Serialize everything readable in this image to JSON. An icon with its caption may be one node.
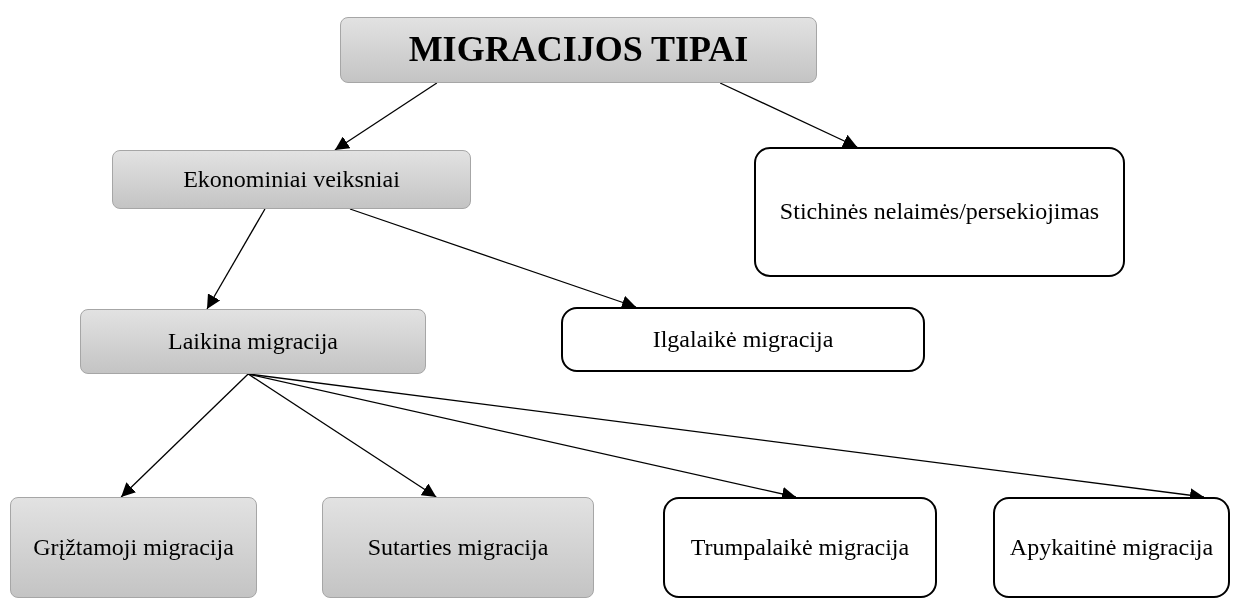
{
  "diagram": {
    "nodes": [
      {
        "text": [
          "MIGRACIJOS TIPAI"
        ]
      },
      {
        "text": [
          "Ekonominiai veiksniai"
        ]
      },
      {
        "text": [
          "Stichinės nelaimės/persekiojimas"
        ]
      },
      {
        "text": [
          "Laikina migracija"
        ]
      },
      {
        "text": [
          "Ilgalaikė migracija"
        ]
      },
      {
        "text": [
          "Grįžtamoji migracija"
        ]
      },
      {
        "text": [
          "Sutarties migracija"
        ]
      },
      {
        "text": [
          "Trumpalaikė migracija"
        ]
      },
      {
        "text": [
          "Apykaitinė migracija"
        ]
      }
    ],
    "edges": [
      {
        "from": 0,
        "to": 1,
        "arrow": "to"
      },
      {
        "from": 0,
        "to": 2,
        "arrow": "to"
      },
      {
        "from": 1,
        "to": 3,
        "arrow": "to"
      },
      {
        "from": 1,
        "to": 4,
        "arrow": "to"
      },
      {
        "from": 3,
        "to": 5,
        "arrow": "to"
      },
      {
        "from": 3,
        "to": 6,
        "arrow": "to"
      },
      {
        "from": 3,
        "to": 7,
        "arrow": "to"
      },
      {
        "from": 3,
        "to": 8,
        "arrow": "to"
      }
    ]
  }
}
